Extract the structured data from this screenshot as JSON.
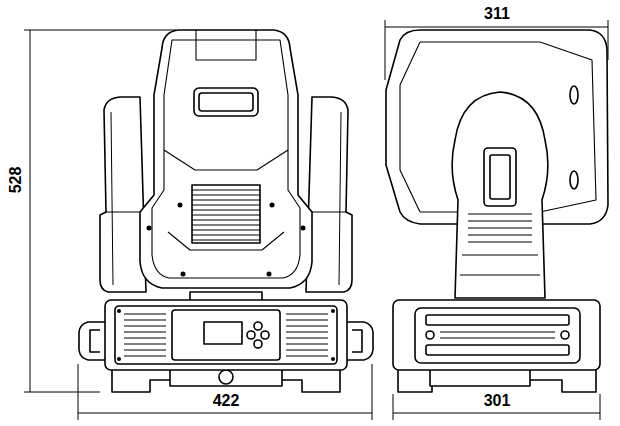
{
  "diagram": {
    "labels": [
      "311",
      "528",
      "422",
      "301"
    ]
  }
}
